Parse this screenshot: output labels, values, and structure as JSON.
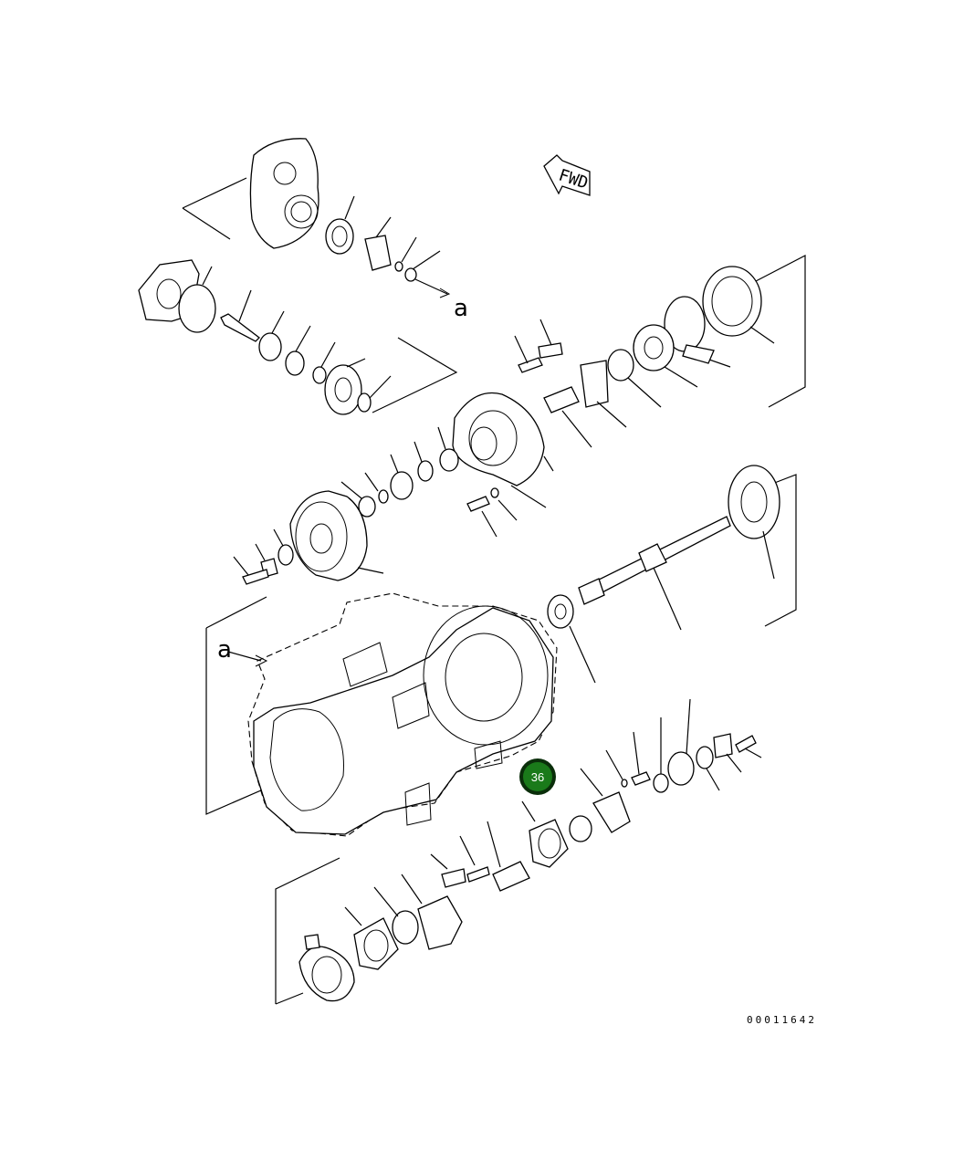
{
  "labels": {
    "ref_a_top": "a",
    "ref_a_bottom": "a",
    "fwd": "FWD"
  },
  "callout": {
    "number": "36",
    "fill_color": "#1a7a1a",
    "ring_color": "#0a2e0a"
  },
  "drawing_number": "00011642"
}
